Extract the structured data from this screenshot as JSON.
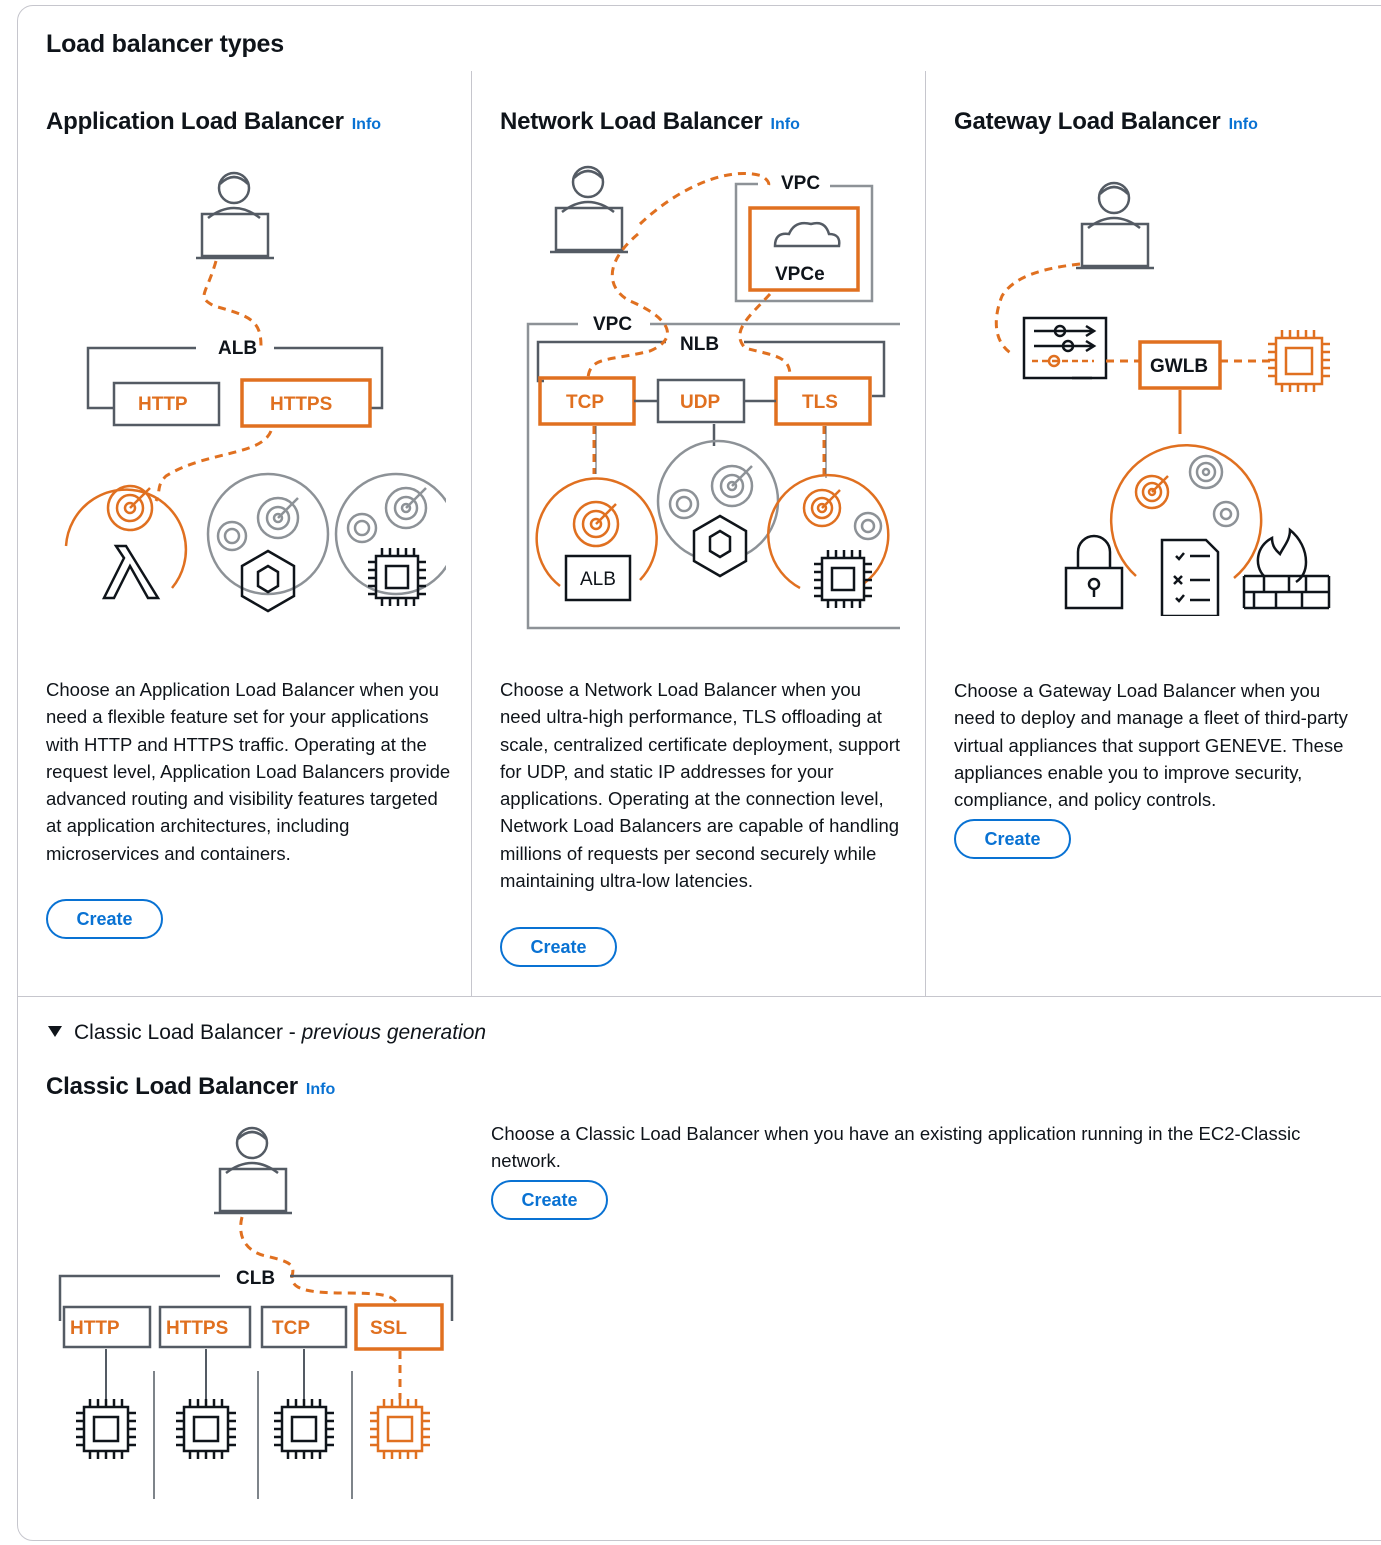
{
  "page_title": "Load balancer types",
  "alb": {
    "title": "Application Load Balancer",
    "info": "Info",
    "description": "Choose an Application Load Balancer when you need a flexible feature set for your applications with HTTP and HTTPS traffic. Operating at the request level, Application Load Balancers provide advanced routing and visibility features targeted at application architectures, including microservices and containers.",
    "create": "Create",
    "diagram": {
      "alb": "ALB",
      "http": "HTTP",
      "https": "HTTPS"
    }
  },
  "nlb": {
    "title": "Network Load Balancer",
    "info": "Info",
    "description": "Choose a Network Load Balancer when you need ultra-high performance, TLS offloading at scale, centralized certificate deployment, support for UDP, and static IP addresses for your applications. Operating at the connection level, Network Load Balancers are capable of handling millions of requests per second securely while maintaining ultra-low latencies.",
    "create": "Create",
    "diagram": {
      "vpc_top": "VPC",
      "vpce": "VPCe",
      "vpc": "VPC",
      "nlb": "NLB",
      "tcp": "TCP",
      "udp": "UDP",
      "tls": "TLS",
      "alb": "ALB"
    }
  },
  "gwlb": {
    "title": "Gateway Load Balancer",
    "info": "Info",
    "description": "Choose a Gateway Load Balancer when you need to deploy and manage a fleet of third-party virtual appliances that support GENEVE. These appliances enable you to improve security, compliance, and policy controls.",
    "create": "Create",
    "diagram": {
      "gwlb": "GWLB"
    }
  },
  "classic": {
    "expander_label": "Classic Load Balancer - ",
    "expander_italic": "previous generation",
    "title": "Classic Load Balancer",
    "info": "Info",
    "description": "Choose a Classic Load Balancer when you have an existing application running in the EC2-Classic network.",
    "create": "Create",
    "diagram": {
      "clb": "CLB",
      "http": "HTTP",
      "https": "HTTPS",
      "tcp": "TCP",
      "ssl": "SSL"
    }
  },
  "colors": {
    "orange": "#e07020",
    "gray": "#545b64",
    "light_gray": "#8d9297",
    "link_blue": "#0972d3"
  }
}
